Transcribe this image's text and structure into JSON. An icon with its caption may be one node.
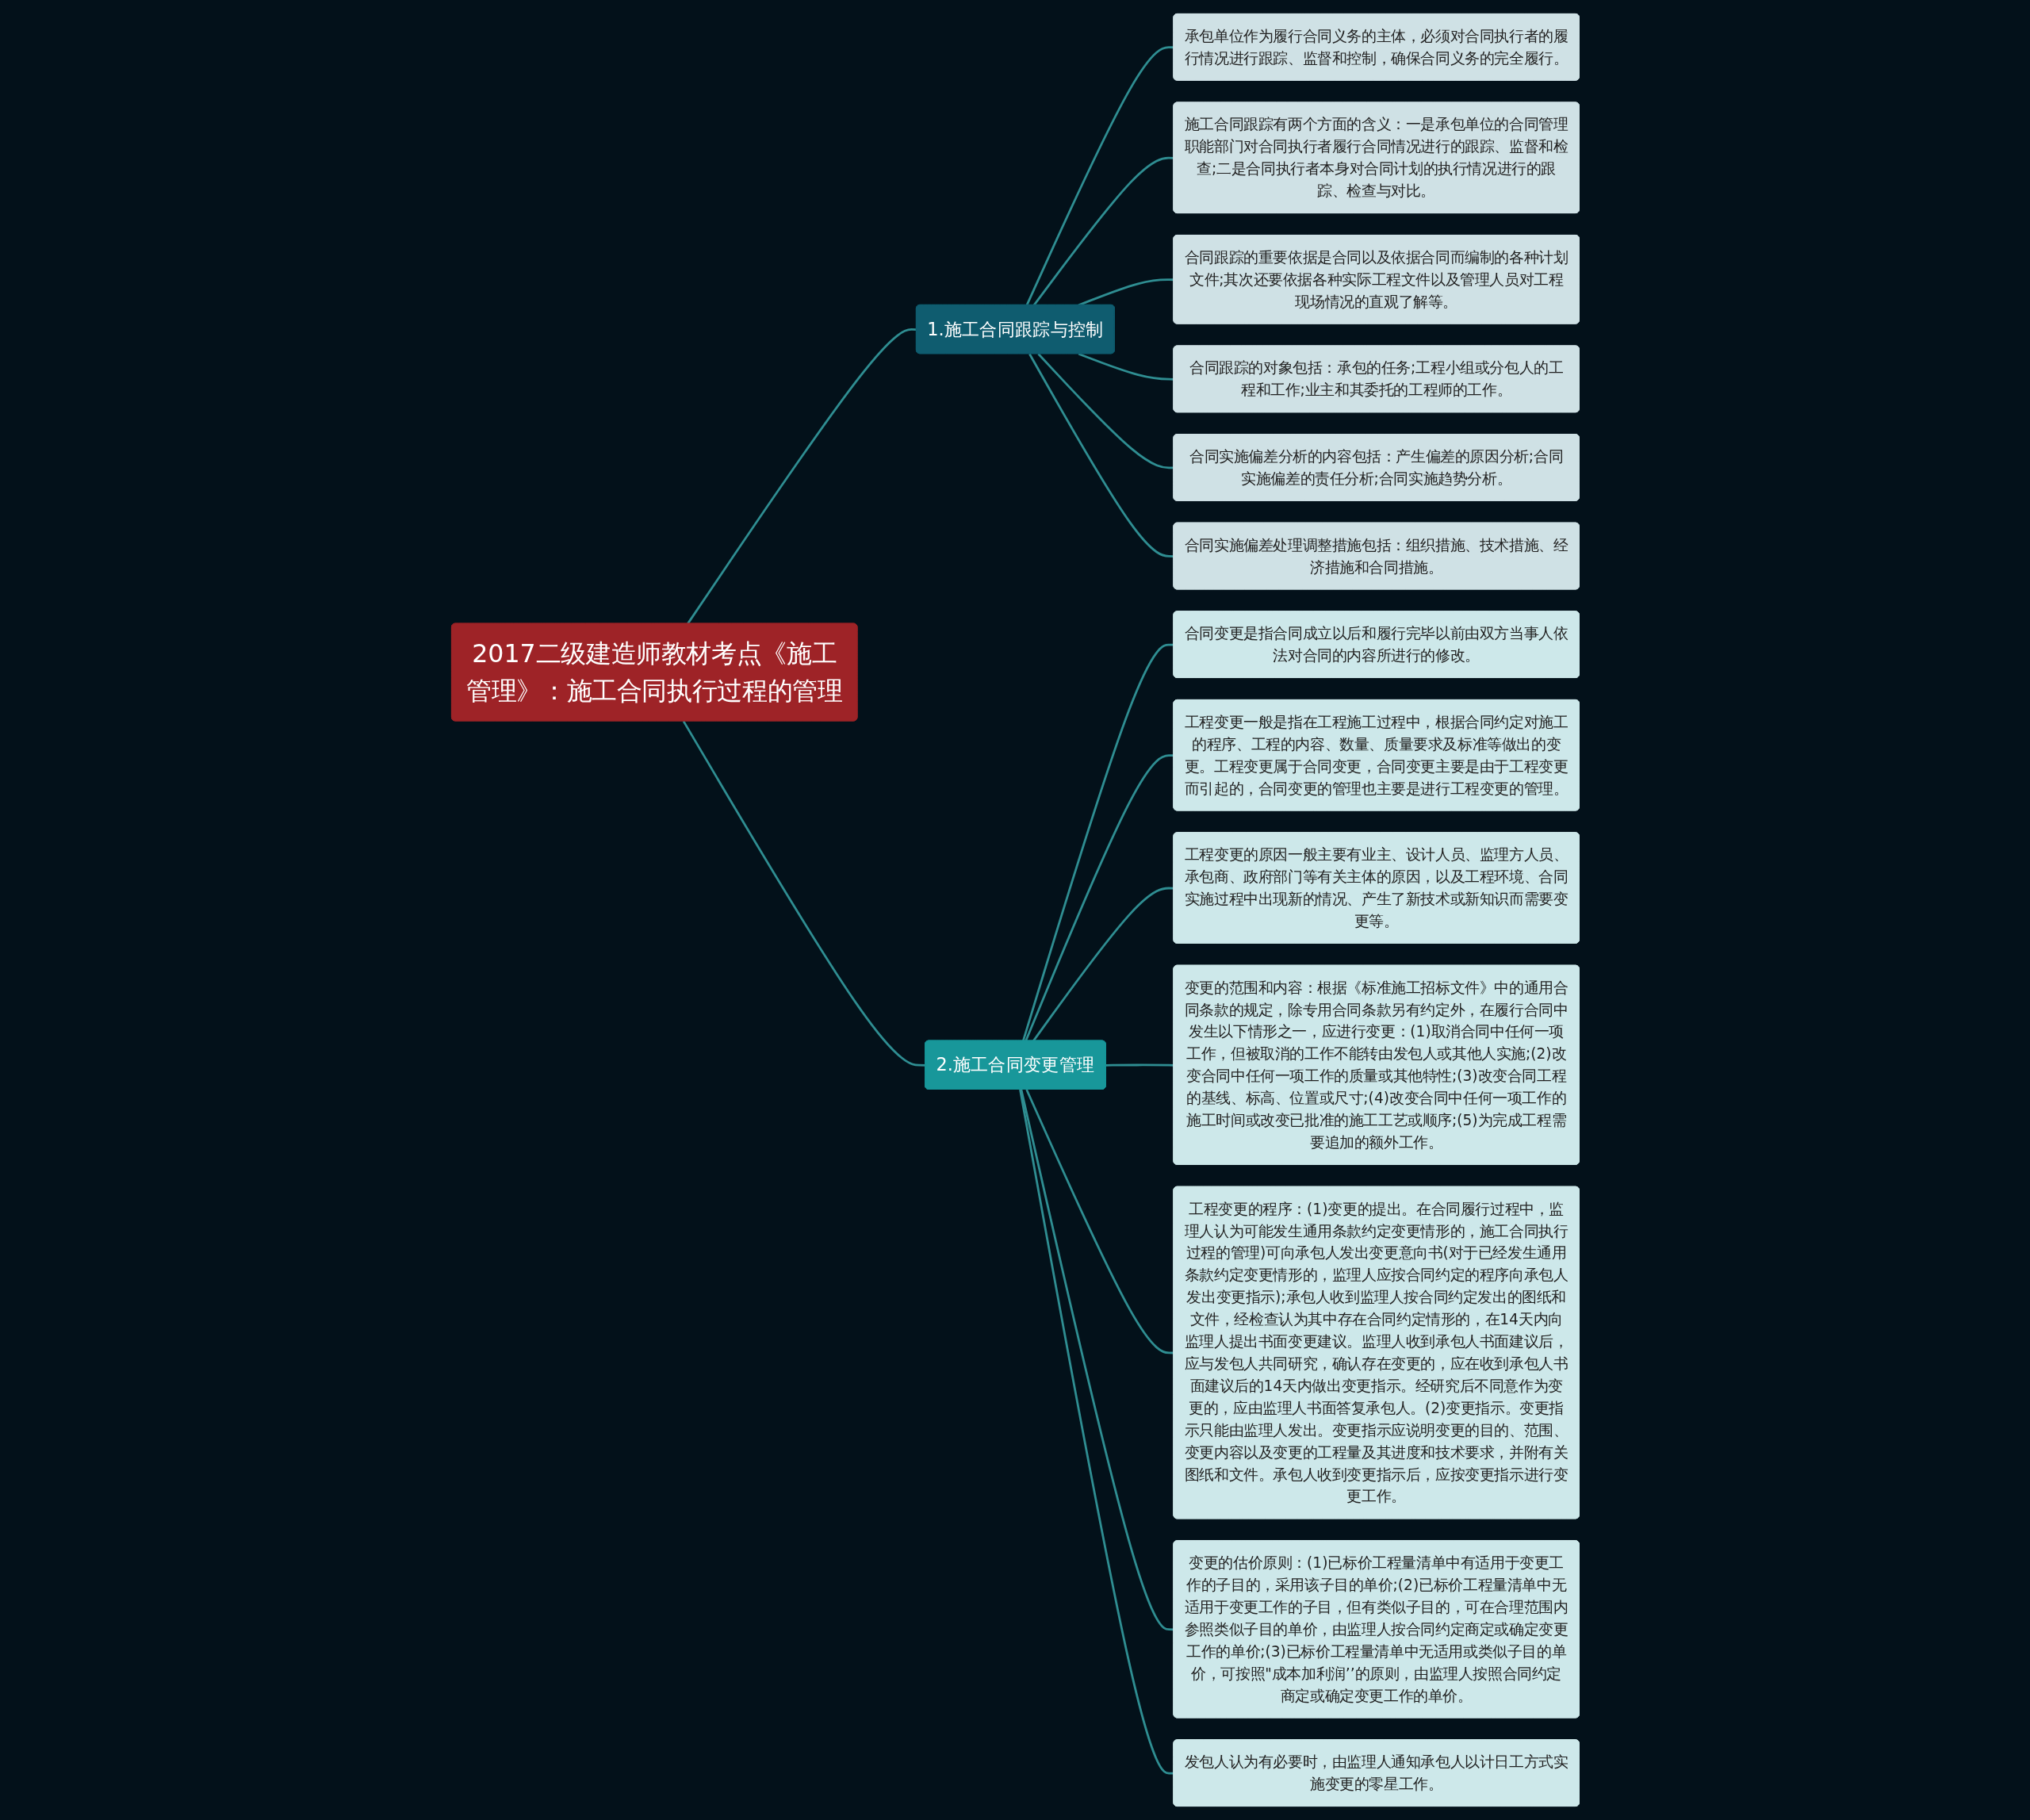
{
  "diagram": {
    "nodes": [
      {
        "text": [
          "2017二级建造师教材考点《施工管理》：施工合同执行过程的管理"
        ]
      },
      {
        "text": [
          "1.施工合同跟踪与控制"
        ]
      },
      {
        "text": [
          "承包单位作为履行合同义务的主体，必须对合同执行者的履行情况进行跟踪、监督和控制，确保合同义务的完全履行。"
        ]
      },
      {
        "text": [
          "施工合同跟踪有两个方面的含义：一是承包单位的合同管理职能部门对合同执行者履行合同情况进行的跟踪、监督和检查;二是合同执行者本身对合同计划的执行情况进行的跟踪、检查与对比。"
        ]
      },
      {
        "text": [
          "合同跟踪的重要依据是合同以及依据合同而编制的各种计划文件;其次还要依据各种实际工程文件以及管理人员对工程现场情况的直观了解等。"
        ]
      },
      {
        "text": [
          "合同跟踪的对象包括：承包的任务;工程小组或分包人的工程和工作;业主和其委托的工程师的工作。"
        ]
      },
      {
        "text": [
          "合同实施偏差分析的内容包括：产生偏差的原因分析;合同实施偏差的责任分析;合同实施趋势分析。"
        ]
      },
      {
        "text": [
          "合同实施偏差处理调整措施包括：组织措施、技术措施、经济措施和合同措施。"
        ]
      },
      {
        "text": [
          "2.施工合同变更管理"
        ]
      },
      {
        "text": [
          "合同变更是指合同成立以后和履行完毕以前由双方当事人依法对合同的内容所进行的修改。"
        ]
      },
      {
        "text": [
          "工程变更一般是指在工程施工过程中，根据合同约定对施工的程序、工程的内容、数量、质量要求及标准等做出的变更。工程变更属于合同变更，合同变更主要是由于工程变更而引起的，合同变更的管理也主要是进行工程变更的管理。"
        ]
      },
      {
        "text": [
          "工程变更的原因一般主要有业主、设计人员、监理方人员、承包商、政府部门等有关主体的原因，以及工程环境、合同实施过程中出现新的情况、产生了新技术或新知识而需要变更等。"
        ]
      },
      {
        "text": [
          "变更的范围和内容：根据《标准施工招标文件》中的通用合同条款的规定，除专用合同条款另有约定外，在履行合同中发生以下情形之一，应进行变更：(1)取消合同中任何一项工作，但被取消的工作不能转由发包人或其他人实施;(2)改变合同中任何一项工作的质量或其他特性;(3)改变合同工程的基线、标高、位置或尺寸;(4)改变合同中任何一项工作的施工时间或改变已批准的施工工艺或顺序;(5)为完成工程需要追加的额外工作。"
        ]
      },
      {
        "text": [
          "工程变更的程序：(1)变更的提出。在合同履行过程中，监理人认为可能发生通用条款约定变更情形的，施工合同执行过程的管理)可向承包人发出变更意向书(对于已经发生通用条款约定变更情形的，监理人应按合同约定的程序向承包人发出变更指示);承包人收到监理人按合同约定发出的图纸和文件，经检查认为其中存在合同约定情形的，在14天内向监理人提出书面变更建议。监理人收到承包人书面建议后，应与发包人共同研究，确认存在变更的，应在收到承包人书面建议后的14天内做出变更指示。经研究后不同意作为变更的，应由监理人书面答复承包人。(2)变更指示。变更指示只能由监理人发出。变更指示应说明变更的目的、范围、变更内容以及变更的工程量及其进度和技术要求，并附有关图纸和文件。承包人收到变更指示后，应按变更指示进行变更工作。"
        ]
      },
      {
        "text": [
          "变更的估价原则：(1)已标价工程量清单中有适用于变更工作的子目的，采用该子目的单价;(2)已标价工程量清单中无适用于变更工作的子目，但有类似子目的，可在合理范围内参照类似子目的单价，由监理人按合同约定商定或确定变更工作的单价;(3)已标价工程量清单中无适用或类似子目的单价，可按照\"成本加利润’’的原则，由监理人按照合同约定商定或确定变更工作的单价。"
        ]
      },
      {
        "text": [
          "发包人认为有必要时，由监理人通知承包人以计日工方式实施变更的零星工作。"
        ]
      }
    ],
    "edges": [
      {
        "from": 0,
        "to": 1,
        "arrow": "none"
      },
      {
        "from": 1,
        "to": 2,
        "arrow": "none"
      },
      {
        "from": 1,
        "to": 3,
        "arrow": "none"
      },
      {
        "from": 1,
        "to": 4,
        "arrow": "none"
      },
      {
        "from": 1,
        "to": 5,
        "arrow": "none"
      },
      {
        "from": 1,
        "to": 6,
        "arrow": "none"
      },
      {
        "from": 1,
        "to": 7,
        "arrow": "none"
      },
      {
        "from": 0,
        "to": 8,
        "arrow": "none"
      },
      {
        "from": 8,
        "to": 9,
        "arrow": "none"
      },
      {
        "from": 8,
        "to": 10,
        "arrow": "none"
      },
      {
        "from": 8,
        "to": 11,
        "arrow": "none"
      },
      {
        "from": 8,
        "to": 12,
        "arrow": "none"
      },
      {
        "from": 8,
        "to": 13,
        "arrow": "none"
      },
      {
        "from": 8,
        "to": 14,
        "arrow": "none"
      },
      {
        "from": 8,
        "to": 15,
        "arrow": "none"
      }
    ]
  }
}
